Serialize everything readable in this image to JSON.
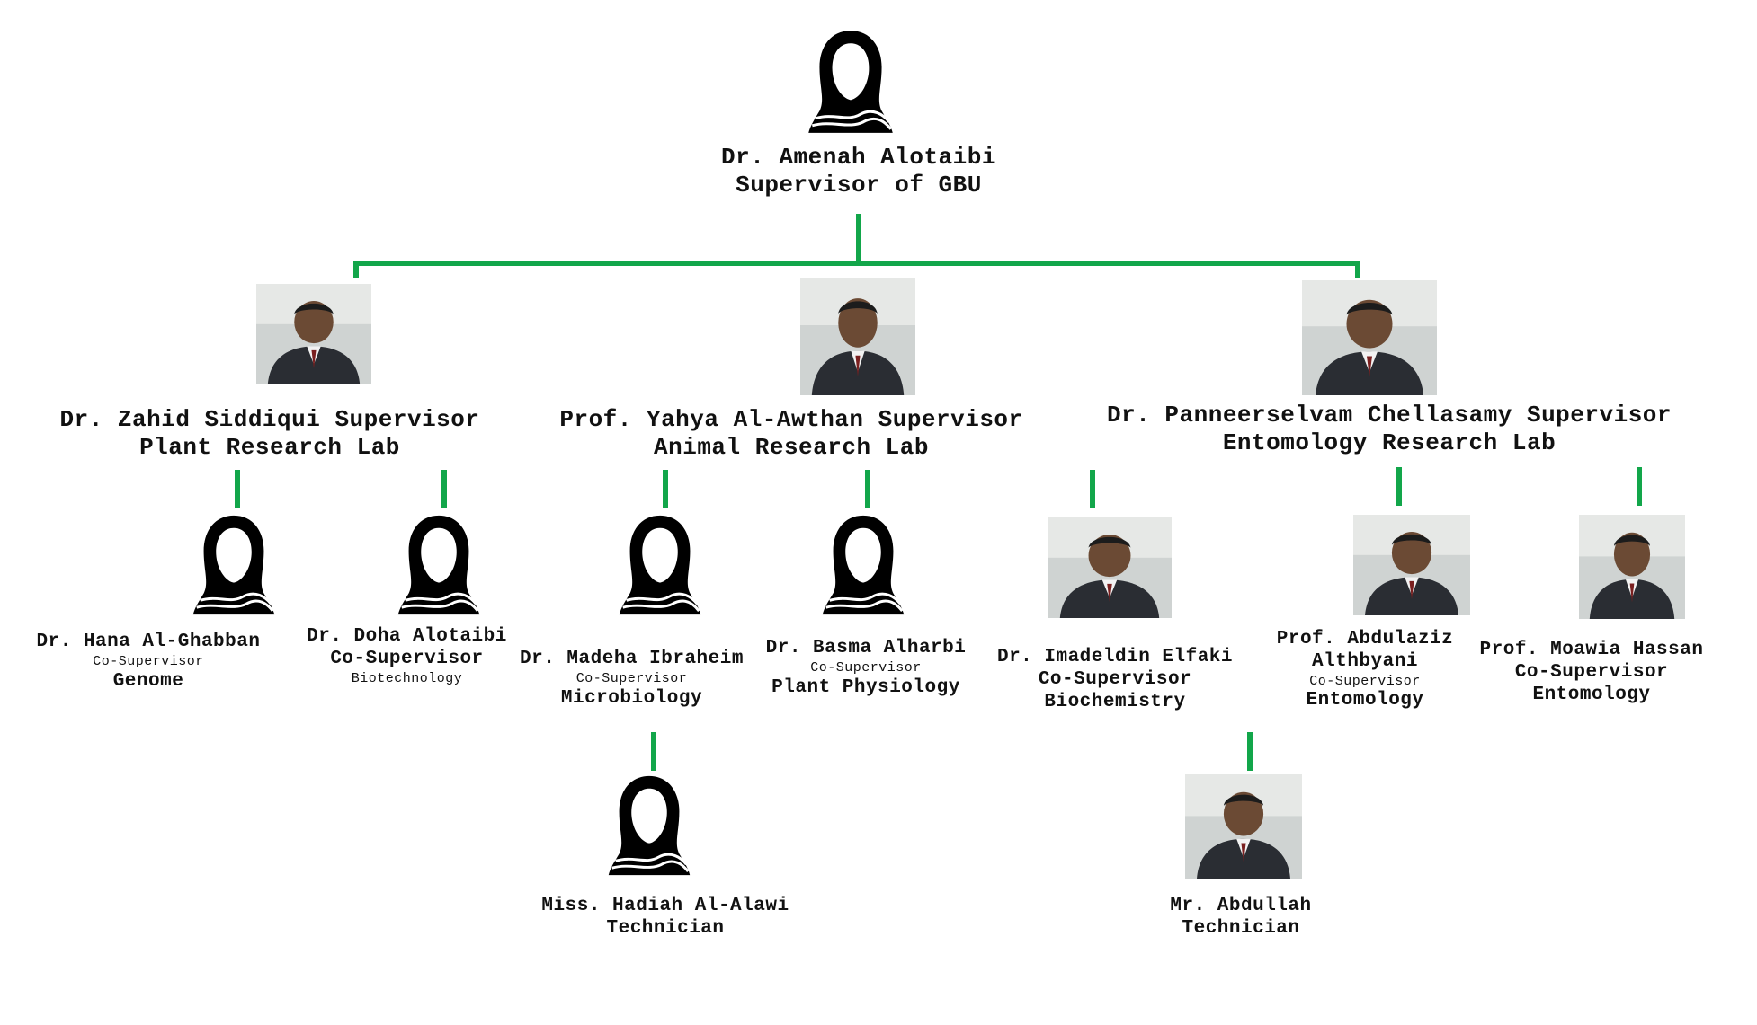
{
  "colors": {
    "connector": "#12a64a",
    "text": "#111111",
    "background": "#ffffff"
  },
  "head": {
    "name": "Dr. Amenah Alotaibi",
    "role": "Supervisor of GBU",
    "icon": "hijab-silhouette-icon"
  },
  "labs": [
    {
      "line1": "Dr. Zahid Siddiqui Supervisor",
      "line2": "Plant Research Lab",
      "icon": "person-photo"
    },
    {
      "line1": "Prof. Yahya Al-Awthan Supervisor",
      "line2": "Animal Research Lab",
      "icon": "person-photo"
    },
    {
      "line1": "Dr. Panneerselvam Chellasamy Supervisor",
      "line2": "Entomology Research Lab",
      "icon": "person-photo"
    }
  ],
  "staff": [
    {
      "name": "Dr. Hana Al-Ghabban",
      "role": "Co-Supervisor",
      "area": "Genome",
      "icon": "hijab-silhouette-icon"
    },
    {
      "name": "Dr. Doha Alotaibi",
      "role": "Co-Supervisor",
      "area": "Biotechnology",
      "icon": "hijab-silhouette-icon"
    },
    {
      "name": "Dr. Madeha Ibraheim",
      "role": "Co-Supervisor",
      "area": "Microbiology",
      "icon": "hijab-silhouette-icon"
    },
    {
      "name": "Dr. Basma Alharbi",
      "role": "Co-Supervisor",
      "area": "Plant Physiology",
      "icon": "hijab-silhouette-icon"
    },
    {
      "name": "Dr. Imadeldin Elfaki",
      "role": "Co-Supervisor",
      "area": "Biochemistry",
      "icon": "person-photo"
    },
    {
      "name": "Prof. Abdulaziz Althbyani",
      "role": "Co-Supervisor",
      "area": "Entomology",
      "icon": "person-photo"
    },
    {
      "name": "Prof. Moawia Hassan",
      "role": "Co-Supervisor",
      "area": "Entomology",
      "icon": "person-photo"
    }
  ],
  "technicians": [
    {
      "name": "Miss. Hadiah Al-Alawi",
      "role": "Technician",
      "icon": "hijab-silhouette-icon"
    },
    {
      "name": "Mr. Abdullah",
      "role": "Technician",
      "icon": "person-photo"
    }
  ]
}
